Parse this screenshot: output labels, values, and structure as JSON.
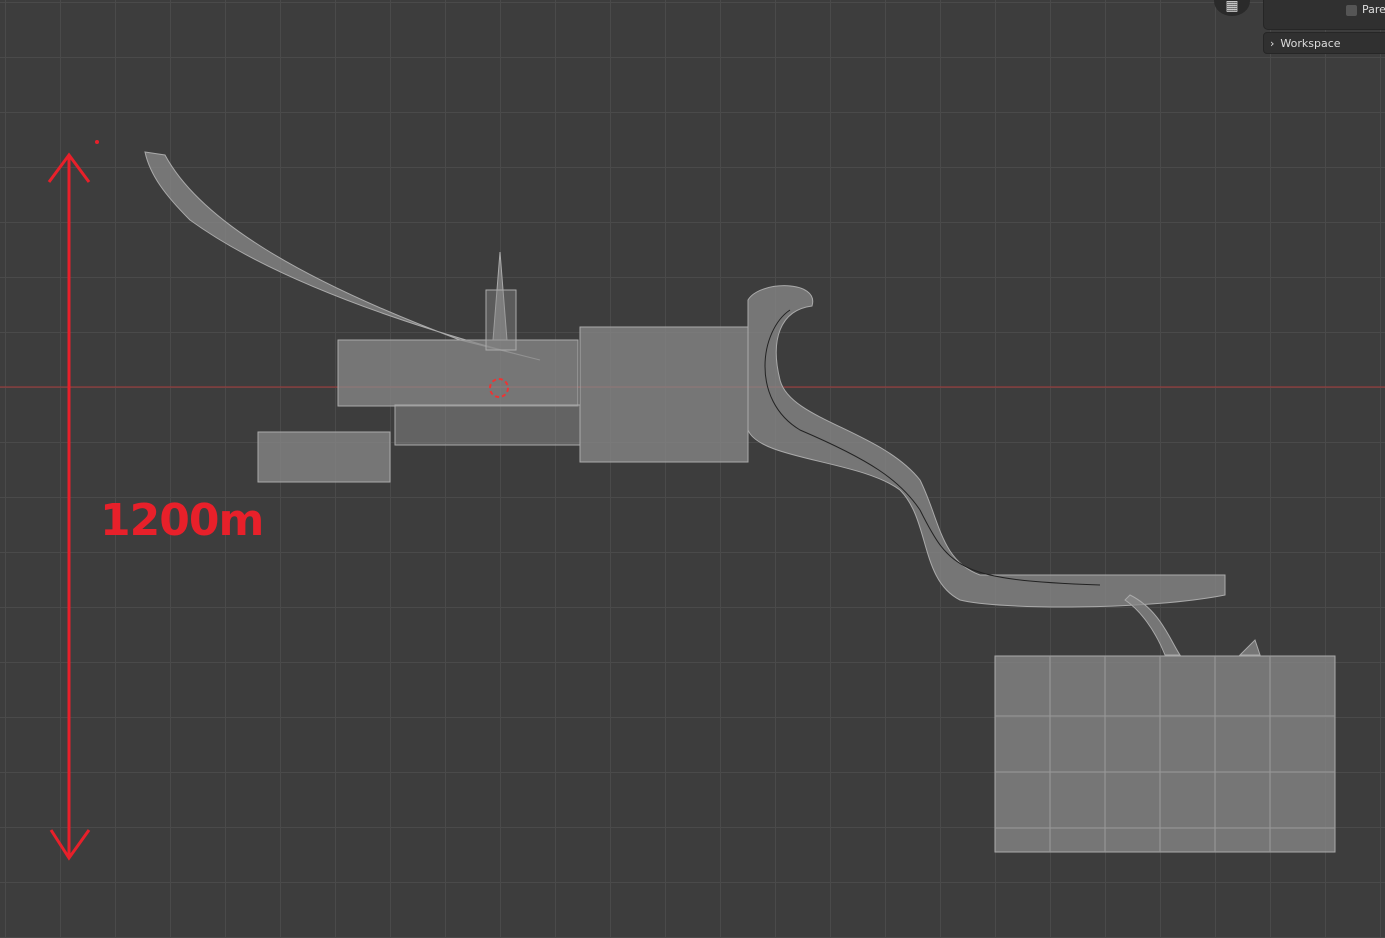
{
  "overlay": {
    "grid_icon": "grid-icon",
    "parent_checkbox_label": "Pare",
    "workspace_label": "Workspace"
  },
  "annotation": {
    "measure_label": "1200m",
    "color": "#e8202a"
  },
  "colors": {
    "background": "#3d3d3d",
    "x_axis": "#a63a3a"
  }
}
